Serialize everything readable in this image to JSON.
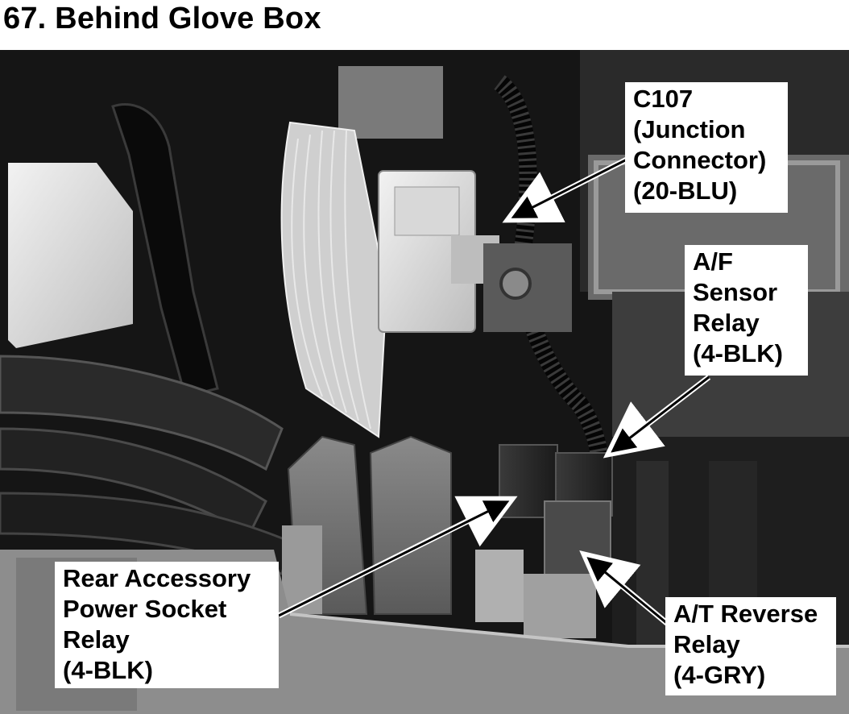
{
  "page": {
    "title": "67. Behind Glove Box"
  },
  "photo": {
    "subject": "engine-compartment-photo"
  },
  "callouts": {
    "c107": [
      "C107",
      "(Junction",
      "Connector)",
      "(20-BLU)"
    ],
    "af_sensor_relay": [
      "A/F",
      "Sensor",
      "Relay",
      "(4-BLK)"
    ],
    "rear_accessory": [
      "Rear Accessory",
      "Power Socket",
      "Relay",
      "(4-BLK)"
    ],
    "at_reverse": [
      "A/T Reverse",
      "Relay",
      "(4-GRY)"
    ]
  }
}
